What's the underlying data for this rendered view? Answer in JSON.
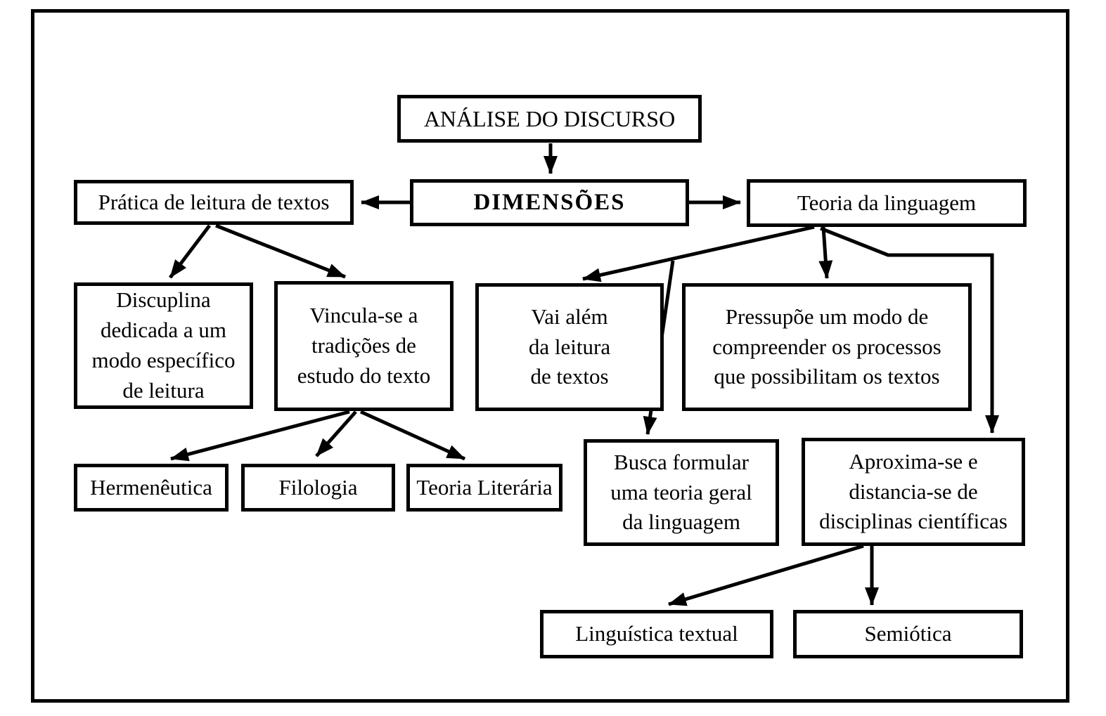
{
  "diagram": {
    "colors": {
      "ink": "#000000",
      "background": "#ffffff",
      "header_band": "#000000"
    },
    "nodes": {
      "analise": {
        "label": "ANÁLISE DO DISCURSO"
      },
      "dimensoes": {
        "label": "DIMENSÕES"
      },
      "pratica": {
        "label": "Prática de leitura de textos"
      },
      "teoria": {
        "label": "Teoria da linguagem"
      },
      "disciplina": {
        "label": "Discuplina\ndedicada a um\nmodo específico\nde leitura"
      },
      "vincula": {
        "label": "Vincula-se a\ntradições de\nestudo do texto"
      },
      "vai_alem": {
        "label": "Vai além\nda leitura\nde textos"
      },
      "pressupoe": {
        "label": "Pressupõe um modo de\ncompreender os processos\nque possibilitam os textos"
      },
      "hermeneutica": {
        "label": "Hermenêutica"
      },
      "filologia": {
        "label": "Filologia"
      },
      "teoria_literaria": {
        "label": "Teoria Literária"
      },
      "busca": {
        "label": "Busca formular\numa teoria geral\nda linguagem"
      },
      "aproxima": {
        "label": "Aproxima-se e\ndistancia-se de\ndisciplinas científicas"
      },
      "linguistica": {
        "label": "Linguística textual"
      },
      "semiotica": {
        "label": "Semiótica"
      }
    },
    "edges": [
      {
        "from": "analise",
        "to": "dimensoes"
      },
      {
        "from": "dimensoes",
        "to": "pratica"
      },
      {
        "from": "dimensoes",
        "to": "teoria"
      },
      {
        "from": "pratica",
        "to": "disciplina"
      },
      {
        "from": "pratica",
        "to": "vincula"
      },
      {
        "from": "teoria",
        "to": "vai_alem"
      },
      {
        "from": "teoria",
        "to": "busca"
      },
      {
        "from": "teoria",
        "to": "pressupoe"
      },
      {
        "from": "teoria",
        "to": "aproxima"
      },
      {
        "from": "vincula",
        "to": "hermeneutica"
      },
      {
        "from": "vincula",
        "to": "filologia"
      },
      {
        "from": "vincula",
        "to": "teoria_literaria"
      },
      {
        "from": "aproxima",
        "to": "linguistica"
      },
      {
        "from": "aproxima",
        "to": "semiotica"
      }
    ]
  }
}
